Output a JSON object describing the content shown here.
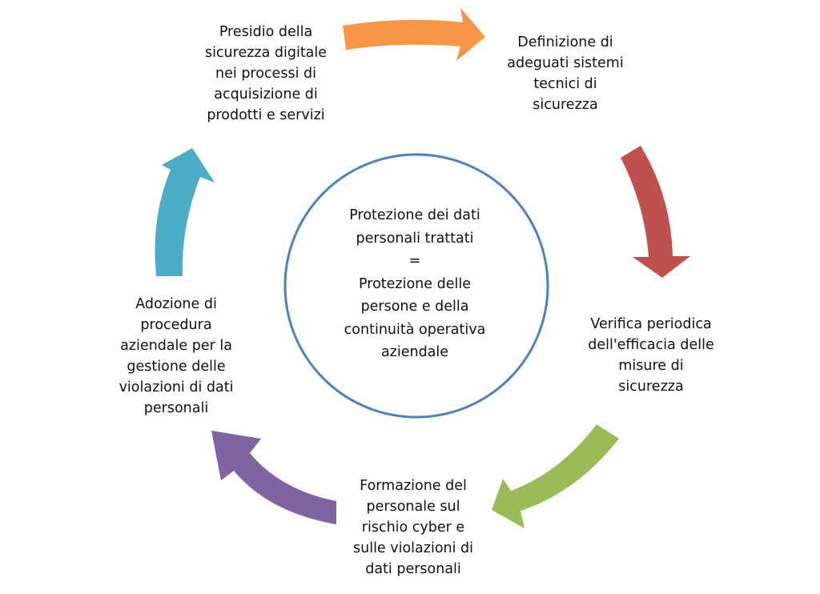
{
  "center": {
    "lines": [
      "Protezione dei dati",
      "personali trattati",
      "=",
      "Protezione delle",
      "persone e della",
      "continuità operativa",
      "aziendale"
    ]
  },
  "steps": [
    {
      "lines": [
        "Presidio della",
        "sicurezza digitale",
        "nei processi di",
        "acquisizione di",
        "prodotti e servizi"
      ],
      "arrow_color": "#F79646"
    },
    {
      "lines": [
        "Definizione di",
        "adeguati sistemi",
        "tecnici di",
        "sicurezza"
      ],
      "arrow_color": "#C0504D"
    },
    {
      "lines": [
        "Verifica periodica",
        "dell'efficacia delle",
        "misure di",
        "sicurezza"
      ],
      "arrow_color": "#9BBB59"
    },
    {
      "lines": [
        "Formazione del",
        "personale sul",
        "rischio cyber e",
        "sulle violazioni  di",
        "dati personali"
      ],
      "arrow_color": "#8064A2"
    },
    {
      "lines": [
        "Adozione di",
        "procedura",
        "aziendale per la",
        "gestione delle",
        "violazioni di dati",
        "personali"
      ],
      "arrow_color": "#4BACC6"
    }
  ],
  "circle_color": "#4F81BD"
}
